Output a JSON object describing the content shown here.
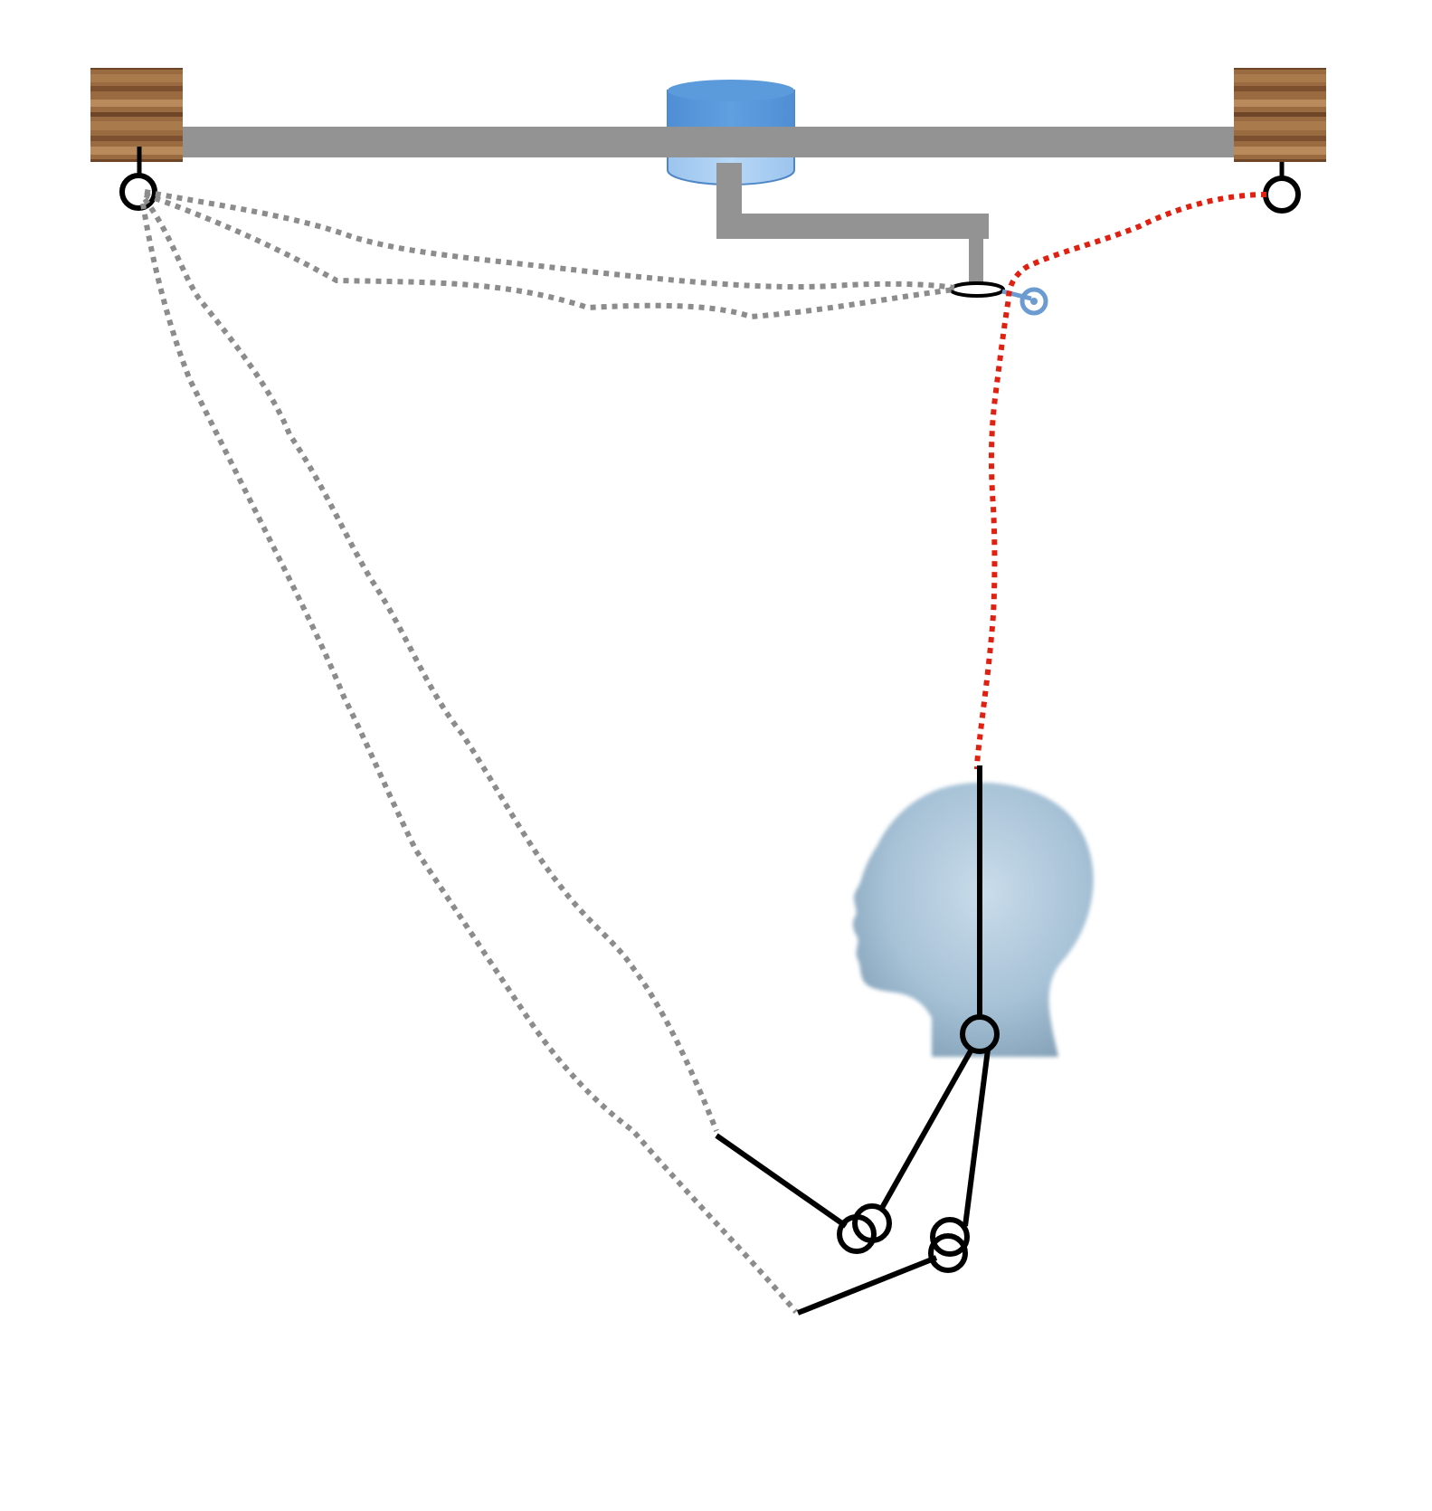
{
  "diagram": {
    "colors": {
      "background": "#ffffff",
      "bar": "#939393",
      "wood_dark": "#6e4526",
      "wood_mid": "#9a6a40",
      "wood_light": "#b88a5c",
      "cylinder_top": "#5b9bdc",
      "cylinder_bottom": "#a9cdf1",
      "cylinder_edge": "#4f86c6",
      "cord_gray": "#8c8c8c",
      "cord_red": "#e02010",
      "ring": "#000000",
      "pulley": "#6b9bd1",
      "head": "#a9c4d9",
      "head_shadow": "#7f9db4"
    },
    "components": [
      "wood-block-left",
      "wood-block-right",
      "gray-bar",
      "blue-cylinder",
      "swing-arm",
      "guide-ring",
      "blue-pulley",
      "left-ring",
      "right-ring",
      "red-cord",
      "gray-cords",
      "mannequin-head",
      "head-ring",
      "linkage-rings"
    ]
  }
}
